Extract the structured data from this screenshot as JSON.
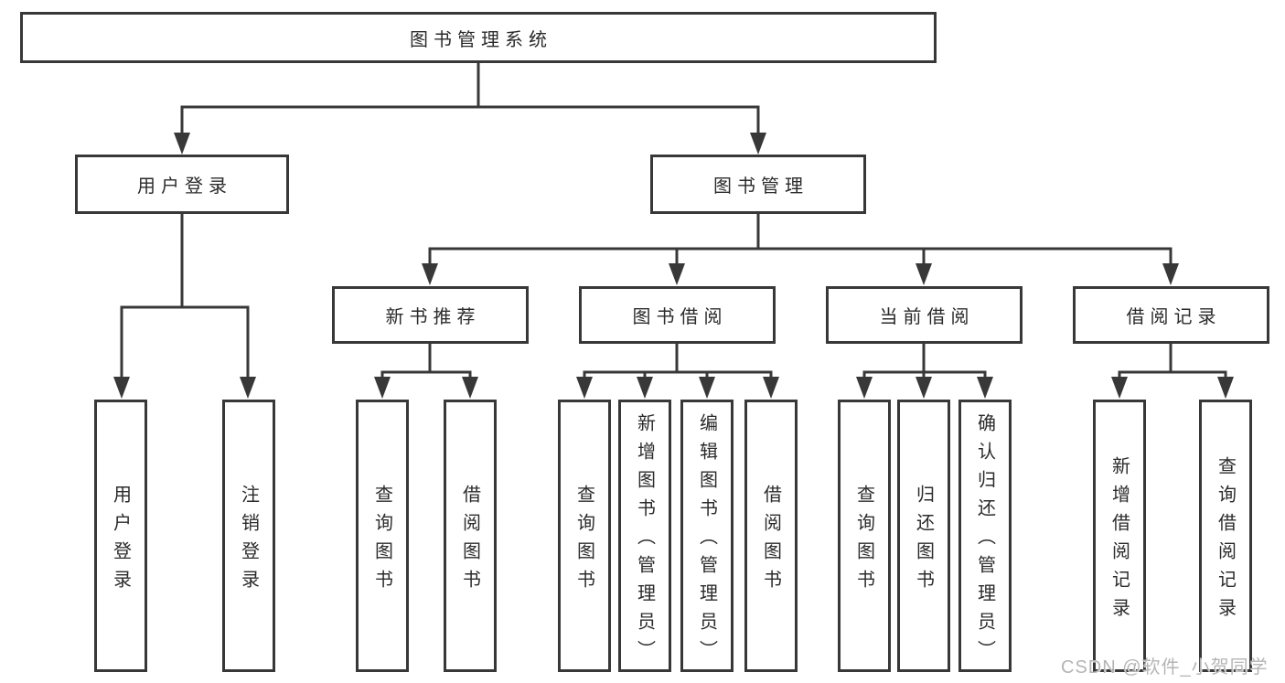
{
  "diagram": {
    "type": "feature-tree",
    "tree": {
      "root": "图书管理系统",
      "login": {
        "label": "用户登录",
        "children": [
          "用户登录",
          "注销登录"
        ]
      },
      "manage": {
        "label": "图书管理",
        "groups": [
          {
            "label": "新书推荐",
            "children": [
              "查询图书",
              "借阅图书"
            ]
          },
          {
            "label": "图书借阅",
            "children": [
              "查询图书",
              "新增图书（管理员）",
              "编辑图书（管理员）",
              "借阅图书"
            ]
          },
          {
            "label": "当前借阅",
            "children": [
              "查询图书",
              "归还图书",
              "确认归还（管理员）"
            ]
          },
          {
            "label": "借阅记录",
            "children": [
              "新增借阅记录",
              "查询借阅记录"
            ]
          }
        ]
      }
    }
  },
  "watermark": "CSDN @软件_小贺同学",
  "colors": {
    "line": "#383838",
    "box_border": "#383838",
    "text": "#2b2b2b",
    "watermark": "#b5b5b5",
    "background": "#ffffff"
  }
}
